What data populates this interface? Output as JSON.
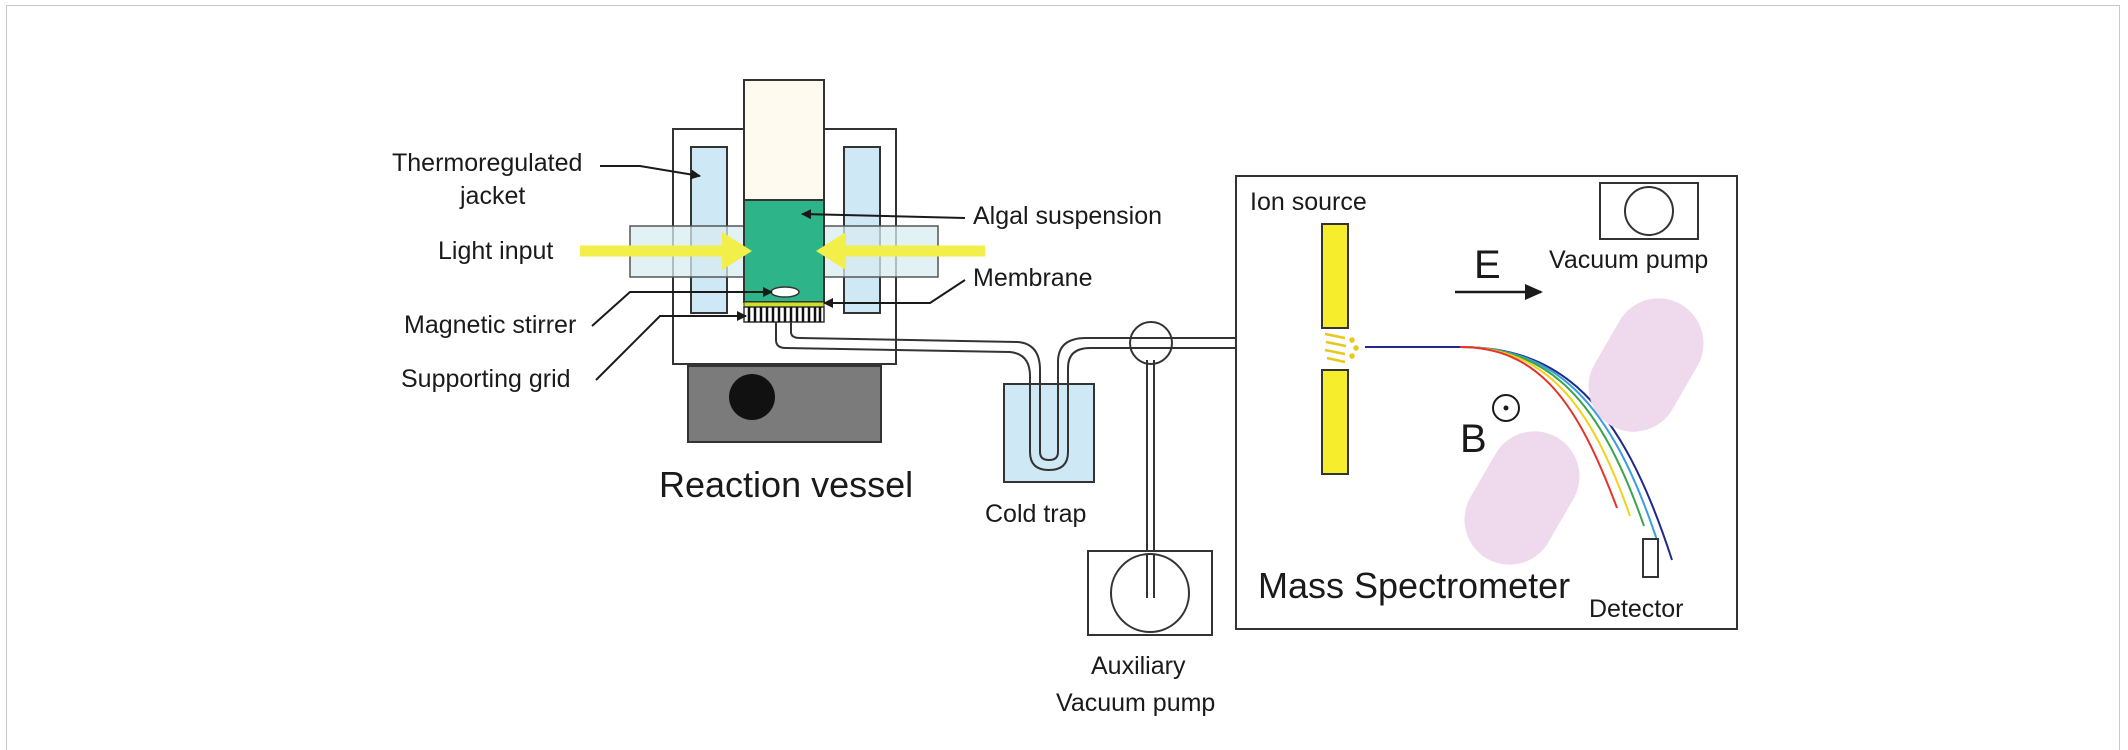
{
  "labels": {
    "thermo_line1": "Thermoregulated",
    "thermo_line2": "jacket",
    "light_input": "Light input",
    "magnetic_stirrer": "Magnetic stirrer",
    "supporting_grid": "Supporting grid",
    "algal_suspension": "Algal suspension",
    "membrane": "Membrane",
    "reaction_vessel": "Reaction vessel",
    "cold_trap": "Cold trap",
    "aux_line1": "Auxiliary",
    "aux_line2": "Vacuum pump",
    "ion_source": "Ion source",
    "vacuum_pump": "Vacuum pump",
    "field_e": "E",
    "field_b": "B",
    "mass_spectrometer": "Mass Spectrometer",
    "detector": "Detector"
  },
  "colors": {
    "jacket_blue": "#cfe8f5",
    "suspension_green": "#2db489",
    "cap_cream": "#fffaf0",
    "light_yellow": "#f2ee4a",
    "ion_source_yellow": "#f6ee2c",
    "stirrer_base": "#7b7b7b",
    "magnet_pink": "#efd9ec",
    "ion_paths": [
      "#1f2a8a",
      "#3d9de0",
      "#3aa64a",
      "#f2d21c",
      "#e4332a"
    ]
  }
}
